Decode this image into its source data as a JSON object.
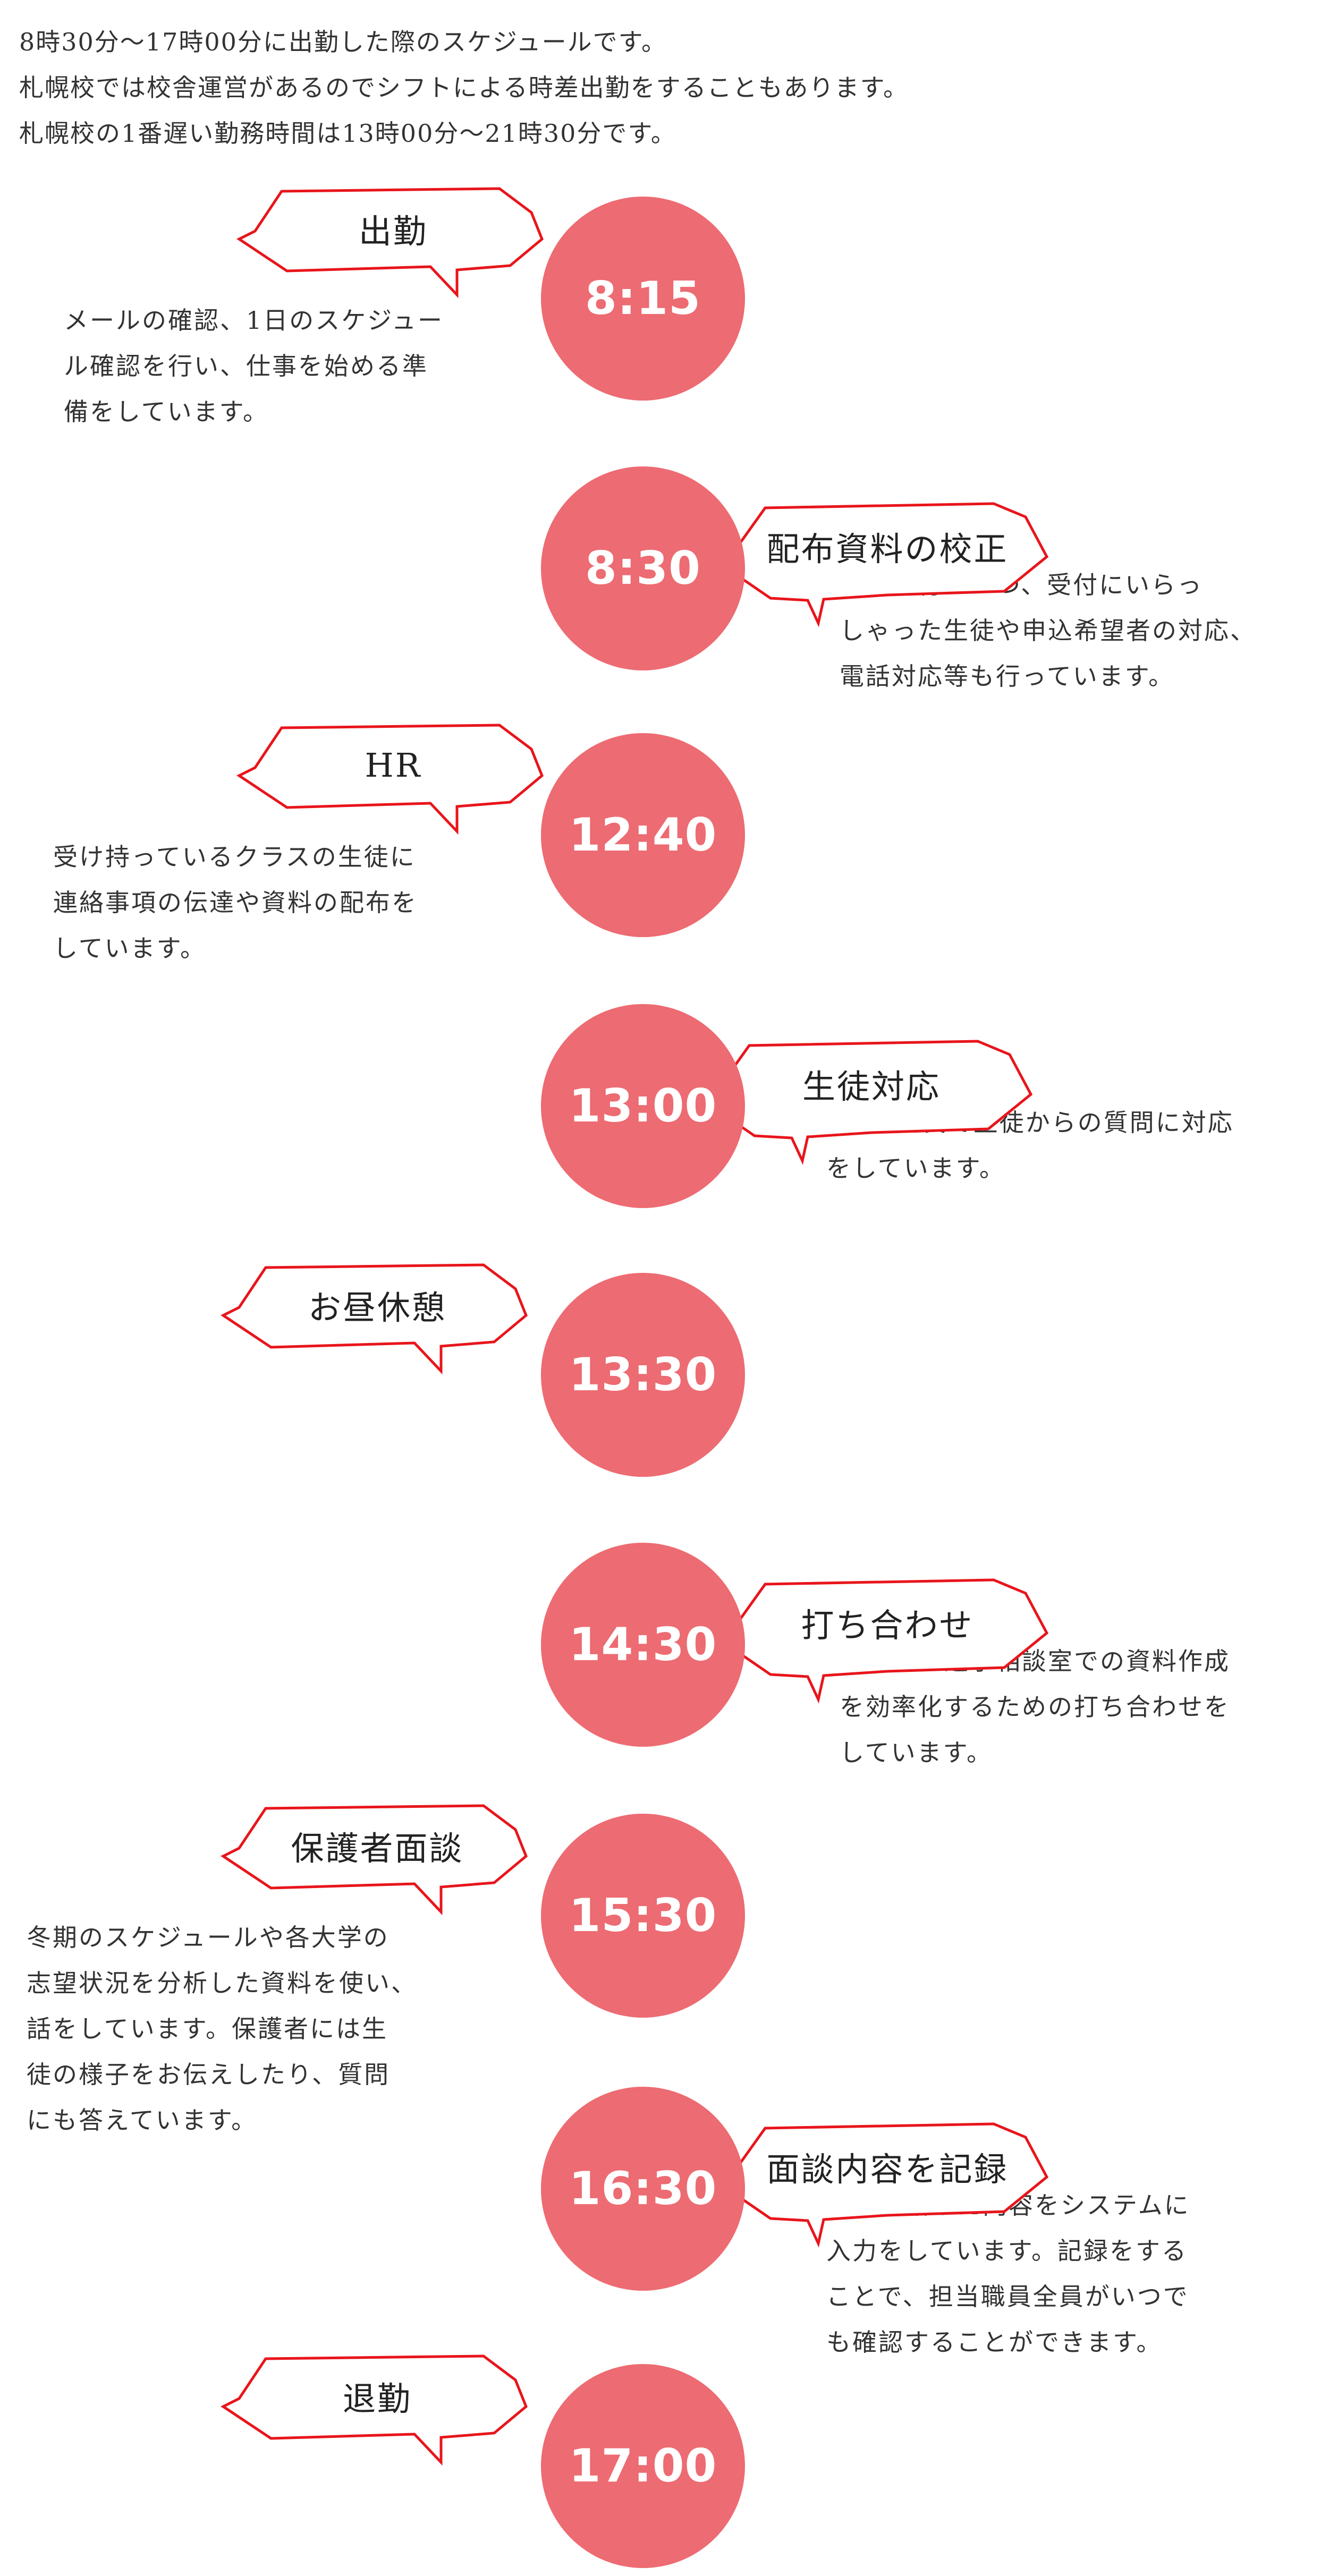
{
  "intro": {
    "lines": [
      "8時30分〜17時00分に出勤した際のスケジュールです。",
      "札幌校では校舎運営があるのでシフトによる時差出勤をすることもあります。",
      "札幌校の1番遅い勤務時間は13時00分〜21時30分です。"
    ]
  },
  "colors": {
    "circle": "#ed6b72",
    "bubble_stroke": "#e8151b",
    "text": "#333333"
  },
  "schedule": [
    {
      "time": "8:15",
      "title": "出勤",
      "side": "left",
      "description": [
        "メールの確認、1日のスケジュー",
        "ル確認を行い、仕事を始める準",
        "備をしています。"
      ]
    },
    {
      "time": "8:30",
      "title": "配布資料の校正",
      "side": "right",
      "description": [
        "校正を行いつつ、受付にいらっ",
        "しゃった生徒や申込希望者の対応、",
        "電話対応等も行っています。"
      ]
    },
    {
      "time": "12:40",
      "title": "HR",
      "side": "left",
      "description": [
        "受け持っているクラスの生徒に",
        "連絡事項の伝達や資料の配布を",
        "しています。"
      ]
    },
    {
      "time": "13:00",
      "title": "生徒対応",
      "side": "right",
      "description": [
        "HRの延長で生徒からの質問に対応",
        "をしています。"
      ]
    },
    {
      "time": "13:30",
      "title": "お昼休憩",
      "side": "left",
      "description": []
    },
    {
      "time": "14:30",
      "title": "打ち合わせ",
      "side": "right",
      "description": [
        "先輩方と進学相談室での資料作成",
        "を効率化するための打ち合わせを",
        "しています。"
      ]
    },
    {
      "time": "15:30",
      "title": "保護者面談",
      "side": "left",
      "description": [
        "冬期のスケジュールや各大学の",
        "志望状況を分析した資料を使い、",
        "話をしています。保護者には生",
        "徒の様子をお伝えしたり、質問",
        "にも答えています。"
      ]
    },
    {
      "time": "16:30",
      "title": "面談内容を記録",
      "side": "right",
      "description": [
        "面談で話した内容をシステムに",
        "入力をしています。記録をする",
        "ことで、担当職員全員がいつで",
        "も確認することができます。"
      ]
    },
    {
      "time": "17:00",
      "title": "退勤",
      "side": "left",
      "description": []
    }
  ]
}
